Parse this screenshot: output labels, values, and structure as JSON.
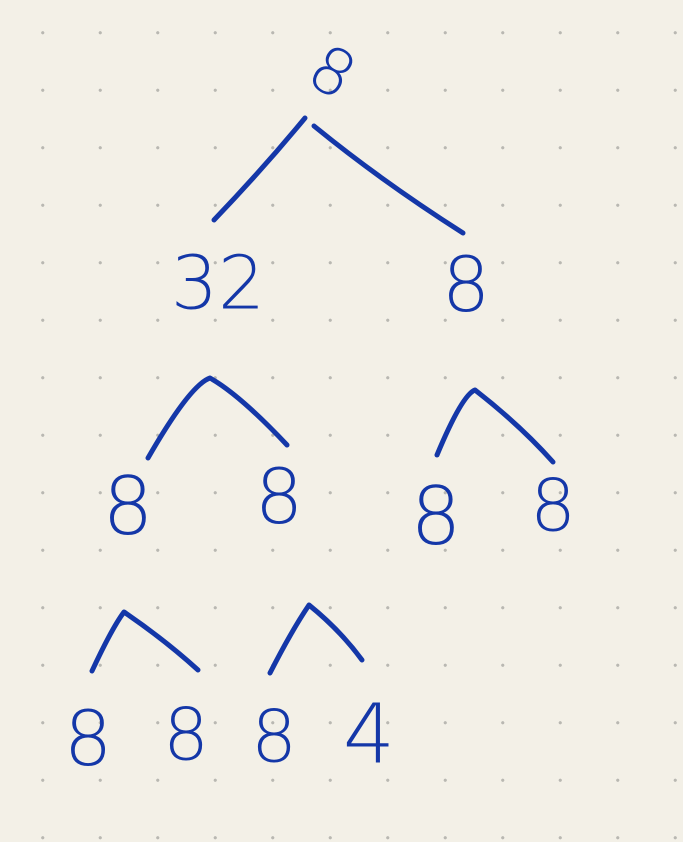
{
  "tree": {
    "root": "8",
    "level1": [
      "32",
      "8"
    ],
    "level2": [
      "8",
      "8",
      "8",
      "8"
    ],
    "level3": [
      "8",
      "8",
      "8",
      "4"
    ]
  },
  "colors": {
    "ink": "#1437a8",
    "paper": "#f3f0e7",
    "dots": "#b9b8b2"
  }
}
